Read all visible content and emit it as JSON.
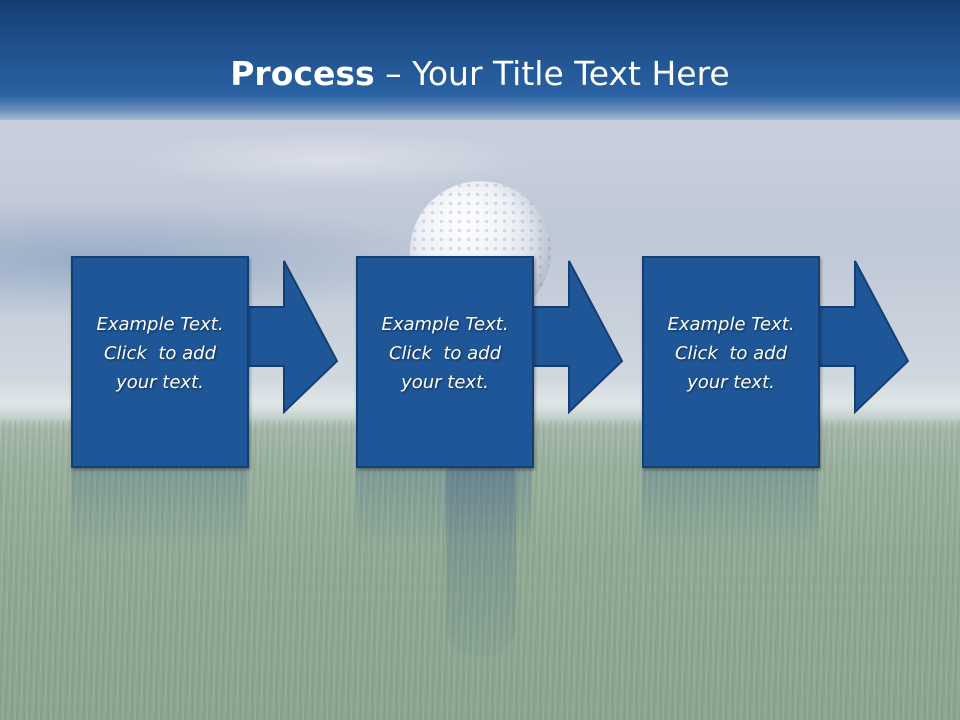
{
  "slide": {
    "title_bold": "Process",
    "title_rest": " – Your Title Text Here",
    "steps": [
      {
        "line1": "Example Text.",
        "line2": "Click  to add",
        "line3": "your text."
      },
      {
        "line1": "Example Text.",
        "line2": "Click  to add",
        "line3": "your text."
      },
      {
        "line1": "Example Text.",
        "line2": "Click  to add",
        "line3": "your text."
      }
    ]
  },
  "colors": {
    "title_bar": "#1f4f8c",
    "step_fill": "#1f5697",
    "step_border": "#153f72",
    "text": "#ffffff"
  },
  "icons": [
    "right-arrow-icon",
    "golf-ball-image"
  ]
}
